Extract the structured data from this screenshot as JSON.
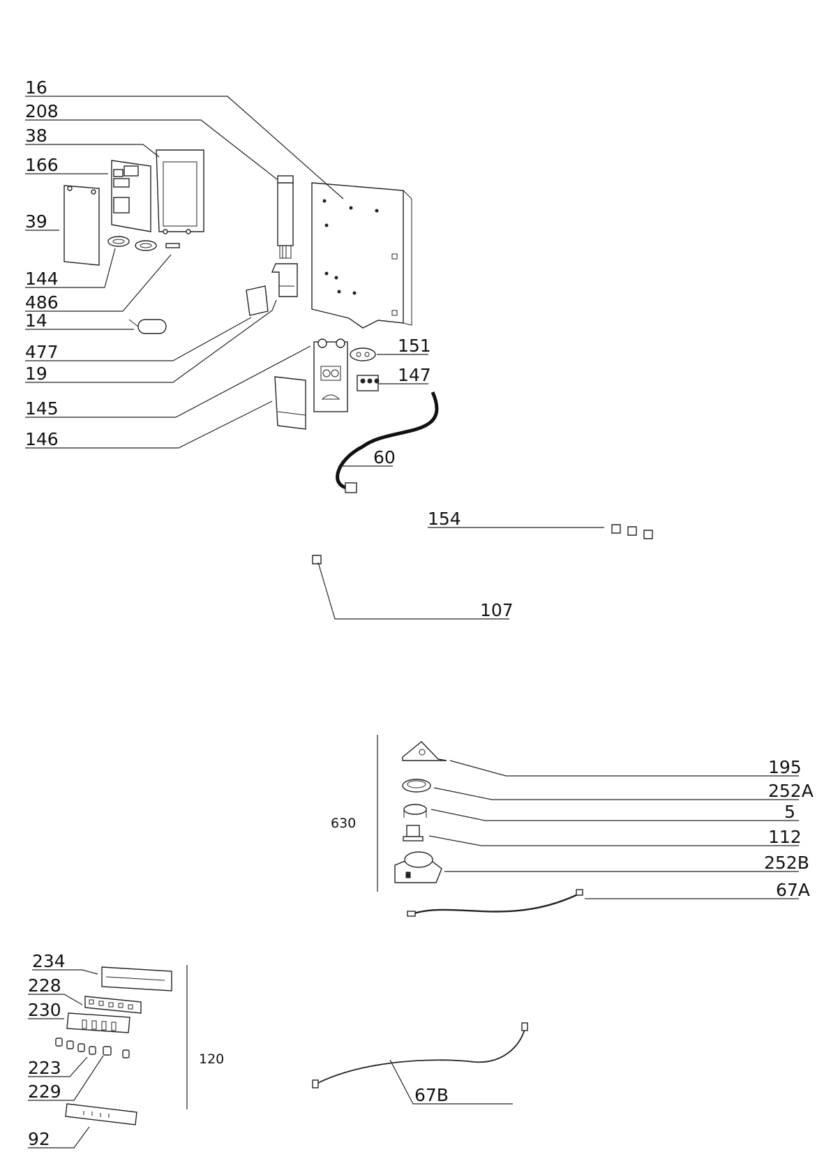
{
  "part_labels": {
    "p16": "16",
    "p208": "208",
    "p38": "38",
    "p166": "166",
    "p39": "39",
    "p144": "144",
    "p486": "486",
    "p14": "14",
    "p477": "477",
    "p19": "19",
    "p145": "145",
    "p146": "146",
    "p151": "151",
    "p147": "147",
    "p60": "60",
    "p154": "154",
    "p107": "107",
    "p195": "195",
    "p252A": "252A",
    "p5": "5",
    "p112": "112",
    "p252B": "252B",
    "p67A": "67A",
    "p234": "234",
    "p228": "228",
    "p230": "230",
    "p223": "223",
    "p229": "229",
    "p92": "92",
    "p67B": "67B"
  },
  "group_labels": {
    "g630": "630",
    "g120": "120"
  }
}
